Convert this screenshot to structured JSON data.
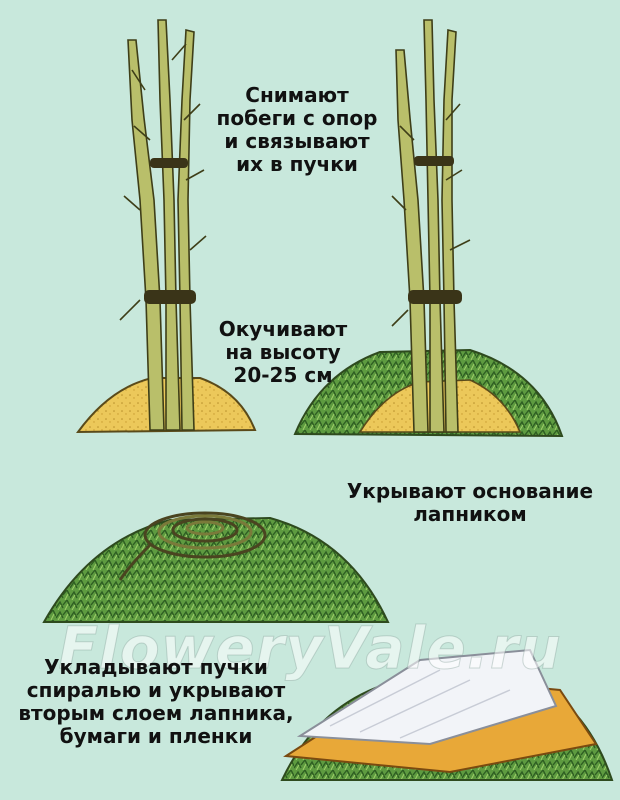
{
  "steps": {
    "step1": {
      "lines": [
        "Снимают",
        "побеги с опор",
        "и связывают",
        "их в пучки"
      ]
    },
    "step2": {
      "lines": [
        "Окучивают",
        "на высоту",
        "20-25 см"
      ]
    },
    "step3": {
      "lines": [
        "Укрывают основание",
        "лапником"
      ]
    },
    "step4": {
      "lines": [
        "Укладывают пучки",
        "спиралью и укрывают",
        "вторым слоем лапника,",
        "бумаги и пленки"
      ]
    }
  },
  "watermark": {
    "text": "FloweryVale.ru"
  },
  "colors": {
    "background": "#c8e8dc",
    "stems": "#a9b25a",
    "stem_dark": "#4a4a1c",
    "soil": "#e9c85a",
    "spruce": "#4f8a38",
    "paper": "#f2f4f8",
    "board": "#e8a838"
  },
  "icons": [
    "vine-bundle",
    "soil-mound",
    "spruce-branches",
    "coiled-vines",
    "paper-cover"
  ]
}
